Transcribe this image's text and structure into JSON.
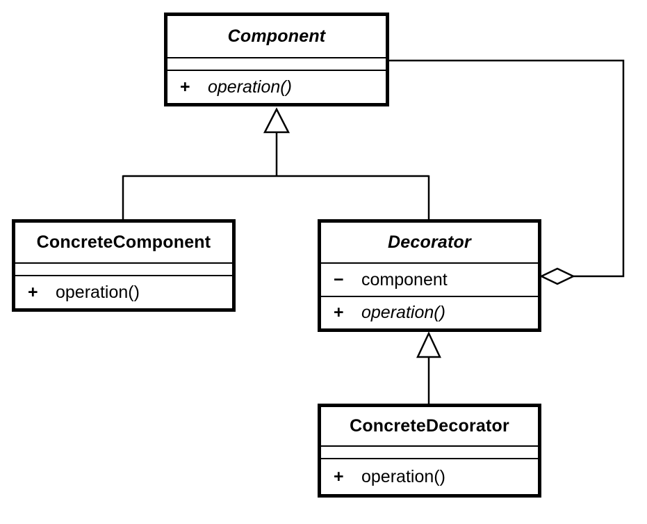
{
  "classes": {
    "component": {
      "name": "Component",
      "italic": true,
      "attributes": [],
      "operations": [
        {
          "visibility": "+",
          "signature": "operation()",
          "italic": true
        }
      ]
    },
    "concrete_component": {
      "name": "ConcreteComponent",
      "italic": false,
      "attributes": [],
      "operations": [
        {
          "visibility": "+",
          "signature": "operation()",
          "italic": false
        }
      ]
    },
    "decorator": {
      "name": "Decorator",
      "italic": true,
      "attributes": [
        {
          "visibility": "−",
          "name": "component"
        }
      ],
      "operations": [
        {
          "visibility": "+",
          "signature": "operation()",
          "italic": true
        }
      ]
    },
    "concrete_decorator": {
      "name": "ConcreteDecorator",
      "italic": false,
      "attributes": [],
      "operations": [
        {
          "visibility": "+",
          "signature": "operation()",
          "italic": false
        }
      ]
    }
  },
  "relationships": [
    {
      "type": "generalization",
      "from": "ConcreteComponent",
      "to": "Component"
    },
    {
      "type": "generalization",
      "from": "Decorator",
      "to": "Component"
    },
    {
      "type": "generalization",
      "from": "ConcreteDecorator",
      "to": "Decorator"
    },
    {
      "type": "aggregation",
      "whole": "Decorator",
      "part": "Component"
    }
  ],
  "colors": {
    "line": "#000000",
    "fill": "#ffffff",
    "text": "#000000",
    "background": "#ffffff"
  }
}
